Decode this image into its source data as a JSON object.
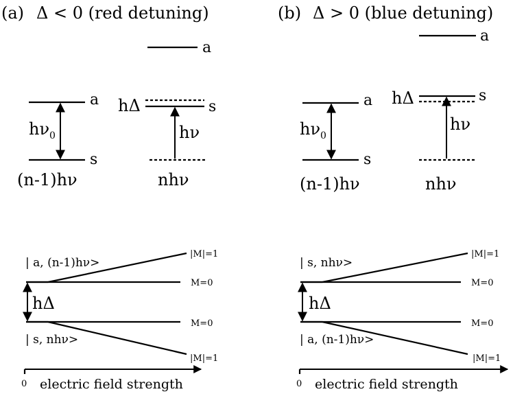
{
  "panel_a": {
    "label": "(a)",
    "condition": "Δ < 0 (red detuning)",
    "level_a": "a",
    "level_a_upper": "a",
    "level_s": "s",
    "level_s_right": "s",
    "h_nu0": "hν",
    "nu0_sub": "0",
    "h_delta": "hΔ",
    "h_nu": "hν",
    "n_minus_1_hnu": "(n-1)hν",
    "n_hnu": "nhν",
    "state_upper": "| a, (n-1)hν>",
    "state_lower": "| s, nhν>",
    "splitting": "hΔ",
    "m_upper": "|M|=1",
    "m0_upper": "M=0",
    "m0_lower": "M=0",
    "m_lower": "|M|=1",
    "axis_zero": "0",
    "axis_label": "electric field strength"
  },
  "panel_b": {
    "label": "(b)",
    "condition": "Δ > 0 (blue detuning)",
    "level_a": "a",
    "level_a_upper": "a",
    "level_s": "s",
    "level_s_right": "s",
    "h_nu0": "hν",
    "nu0_sub": "0",
    "h_delta": "hΔ",
    "h_nu": "hν",
    "n_minus_1_hnu": "(n-1)hν",
    "n_hnu": "nhν",
    "state_upper": "| s, nhν>",
    "state_lower": "| a, (n-1)hν>",
    "splitting": "hΔ",
    "m_upper": "|M|=1",
    "m0_upper": "M=0",
    "m0_lower": "M=0",
    "m_lower": "|M|=1",
    "axis_zero": "0",
    "axis_label": "electric field strength"
  }
}
